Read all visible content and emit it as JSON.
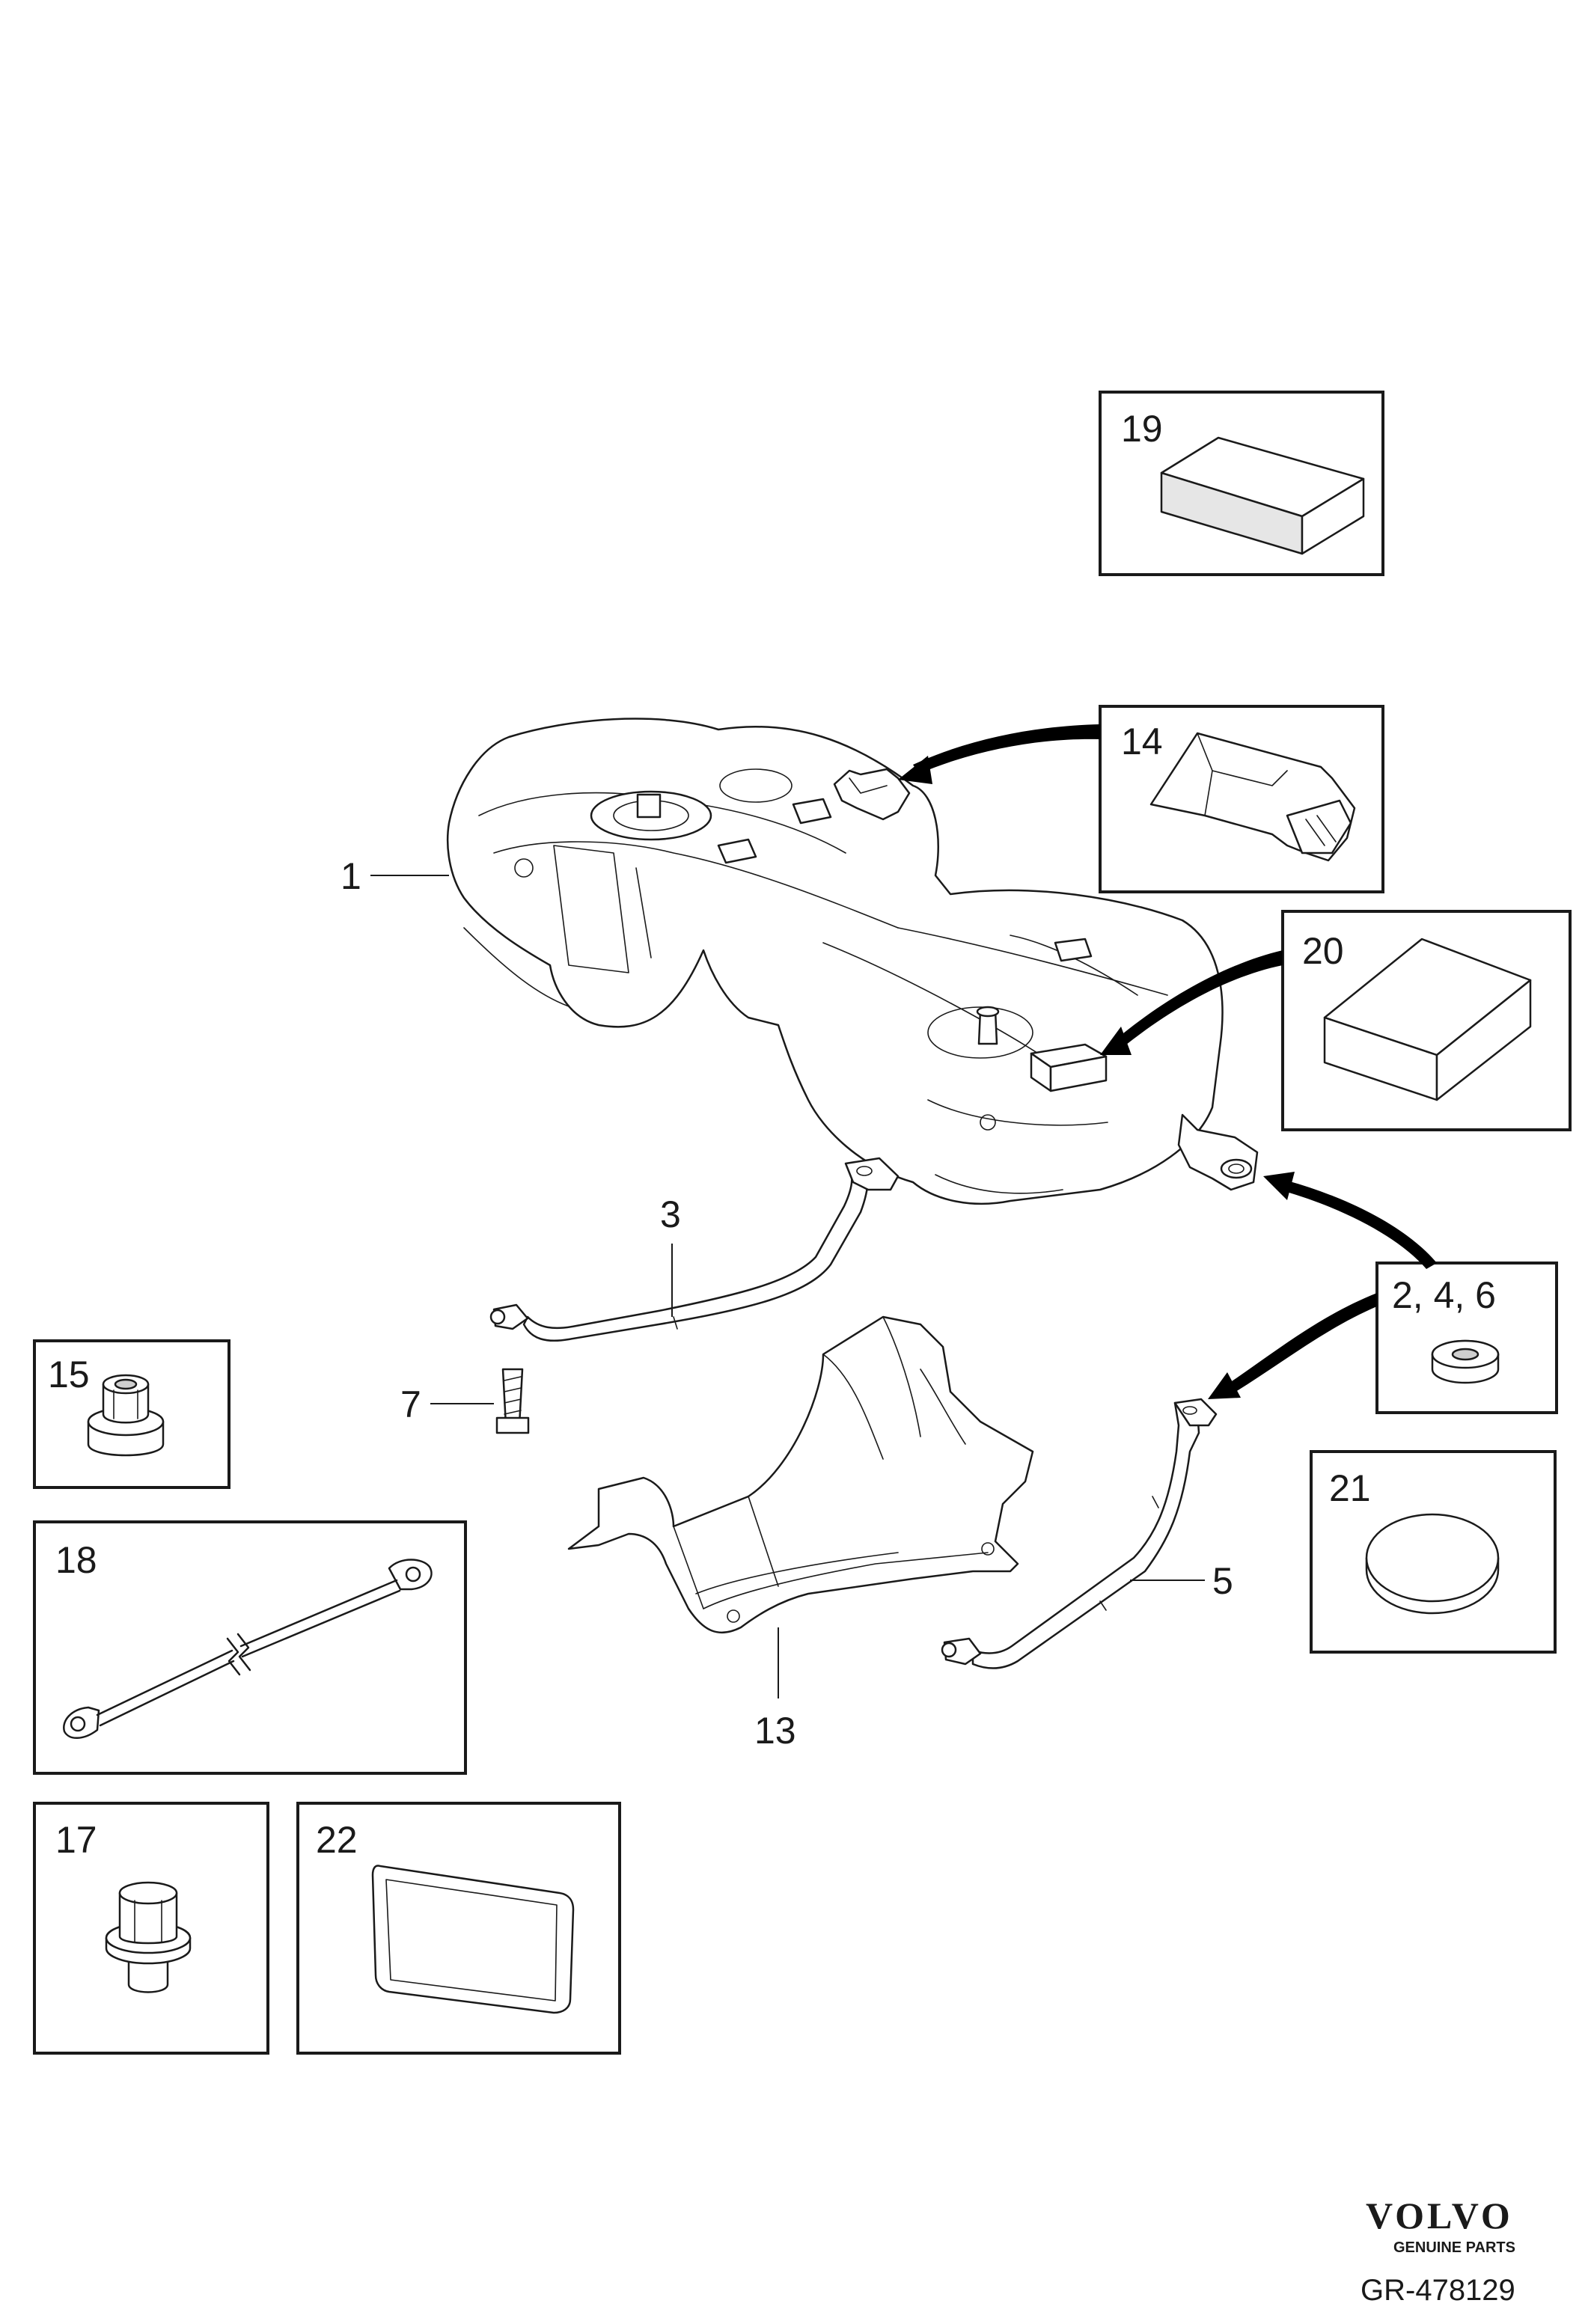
{
  "labels": {
    "tank": "1",
    "strap_left": "3",
    "screw": "7",
    "strap_right": "5",
    "heat_shield": "13",
    "washer_group": "2, 4, 6",
    "box_14": "14",
    "box_15": "15",
    "box_17": "17",
    "box_18": "18",
    "box_19": "19",
    "box_20": "20",
    "box_21": "21",
    "box_22": "22"
  },
  "branding": {
    "logo_text": "VOLVO",
    "logo_sub": "GENUINE PARTS",
    "reference": "GR-478129"
  }
}
